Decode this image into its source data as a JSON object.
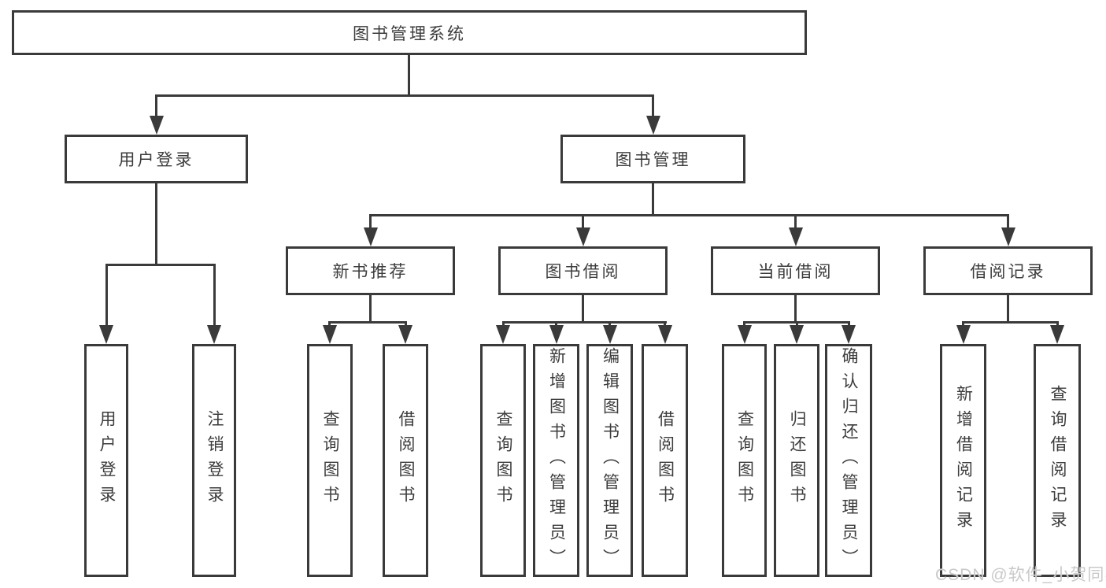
{
  "tree": {
    "root": "图书管理系统",
    "branches": [
      {
        "label": "用户登录",
        "children": [
          "用户登录",
          "注销登录"
        ]
      },
      {
        "label": "图书管理",
        "children": [
          {
            "label": "新书推荐",
            "children": [
              "查询图书",
              "借阅图书"
            ]
          },
          {
            "label": "图书借阅",
            "children": [
              "查询图书",
              "新增图书（管理员）",
              "编辑图书（管理员）",
              "借阅图书"
            ]
          },
          {
            "label": "当前借阅",
            "children": [
              "查询图书",
              "归还图书",
              "确认归还（管理员）"
            ]
          },
          {
            "label": "借阅记录",
            "children": [
              "新增借阅记录",
              "查询借阅记录"
            ]
          }
        ]
      }
    ]
  },
  "watermark": "CSDN @软件_小贺同学",
  "colors": {
    "line": "#3a3a3a",
    "text": "#3c3c3c",
    "watermark": "#c9c9c9"
  }
}
